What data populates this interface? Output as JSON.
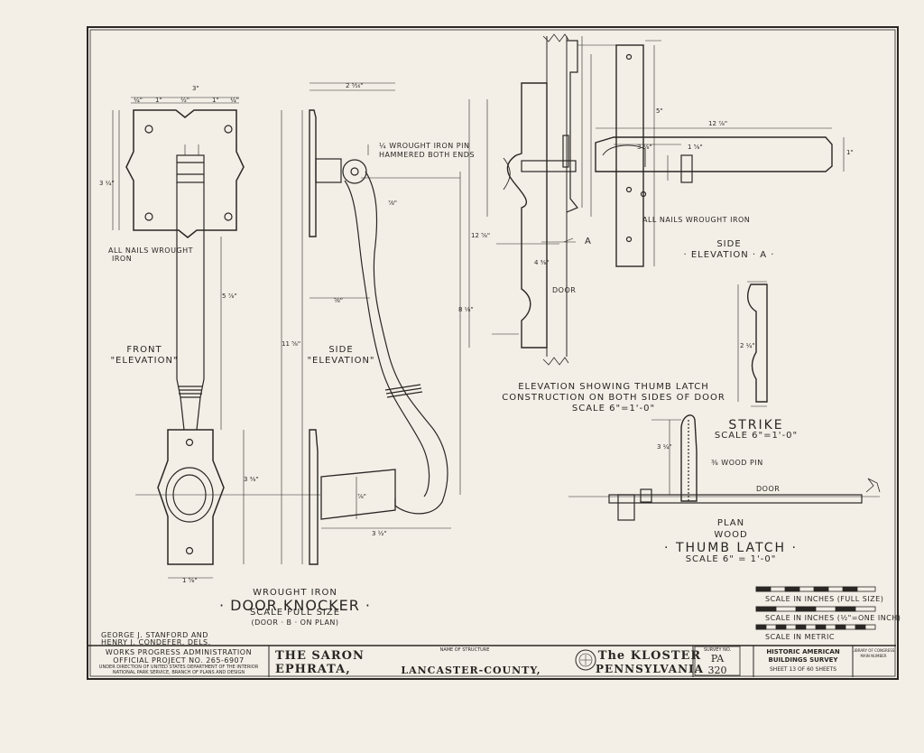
{
  "colors": {
    "paper": "#f3efe6",
    "ink": "#2a2624",
    "accent_ink": "#4a4542"
  },
  "knocker": {
    "front_label_1": "FRONT",
    "front_label_2": "\"ELEVATION\"",
    "side_label_1": "SIDE",
    "side_label_2": "\"ELEVATION\"",
    "nails_note_1": "ALL NAILS WROUGHT",
    "nails_note_2": "IRON",
    "pin_note_1": "¼ WROUGHT IRON PIN",
    "pin_note_2": "HAMMERED BOTH ENDS",
    "title_1": "WROUGHT IRON",
    "title_2": "· DOOR KNOCKER ·",
    "title_3": "SCALE FULL SIZE",
    "title_4": "(DOOR · B · ON PLAN)",
    "dims": {
      "width_total": "3\"",
      "w_a": "¼\"",
      "w_b": "1\"",
      "w_c": "½\"",
      "w_d": "1\"",
      "w_e": "¼\"",
      "side_top": "2 ⁵⁄₁₆\"",
      "side_w": "⁵⁄₈\"",
      "side_w2": "⁷⁄₈\"",
      "plate_h": "3 ¼\"",
      "stem_h": "5 ⅞\"",
      "total_h": "11 ⅝\"",
      "bottom_h": "3 ⅜\"",
      "bot_w": "1 ⅝\"",
      "handle_w": "3 ½\"",
      "handle_h": "⅞\"",
      "total_side": "8 ⅛\""
    }
  },
  "latch": {
    "elev_title_1": "ELEVATION SHOWING THUMB LATCH",
    "elev_title_2": "CONSTRUCTION ON BOTH SIDES OF DOOR",
    "elev_title_3": "SCALE 6\"=1'-0\"",
    "door_label": "DOOR",
    "arrow_label": "A",
    "nails_note": "ALL NAILS WROUGHT IRON",
    "side_title_1": "SIDE",
    "side_title_2": "· ELEVATION · A ·",
    "strike_title_1": "STRIKE",
    "strike_title_2": "SCALE 6\"=1'-0\"",
    "wood_pin": "⅜ WOOD PIN",
    "door_plan": "DOOR",
    "plan_title_1": "PLAN",
    "plan_title_2": "WOOD",
    "plan_title_3": "· THUMB LATCH ·",
    "plan_title_4": "SCALE 6\" = 1'-0\"",
    "dims": {
      "bar_len": "12 ⅞\"",
      "bar_a": "3 ⅛\"",
      "bar_b": "1 ⅝\"",
      "bar_end": "1\"",
      "post_h": "5\"",
      "tall_h": "12 ⅝\"",
      "lower": "4 ⅜\"",
      "strike_h": "2 ¼\"",
      "pin_h": "3 ¼\""
    }
  },
  "scales": {
    "full": "SCALE IN INCHES (FULL SIZE)",
    "half": "SCALE IN INCHES (½\"=ONE INCH)",
    "metric": "SCALE IN METRIC"
  },
  "delineators": {
    "line1": "GEORGE J. STANFORD AND",
    "line2": "HENRY J. CONDEFER, DELS."
  },
  "title_block": {
    "wpa_1": "WORKS PROGRESS ADMINISTRATION",
    "wpa_2": "OFFICIAL PROJECT NO. 265-6907",
    "wpa_3": "UNDER DIRECTION OF UNITED STATES DEPARTMENT OF THE INTERIOR",
    "wpa_4": "NATIONAL PARK SERVICE, BRANCH OF PLANS AND DESIGN",
    "saron_1": "THE SARON",
    "saron_2": "EPHRATA,",
    "name_label": "NAME OF STRUCTURE",
    "county": "LANCASTER-COUNTY,",
    "kloster_1": "The KLOSTER",
    "kloster_2": "PENNSYLVANIA",
    "survey_label": "SURVEY NO.",
    "survey_1": "PA",
    "survey_2": "320",
    "habs_1": "HISTORIC AMERICAN",
    "habs_2": "BUILDINGS SURVEY",
    "habs_3": "SHEET 13 OF 60 SHEETS",
    "lib_1": "LIBRARY OF CONGRESS",
    "lib_2": "MAIN NUMBER"
  }
}
